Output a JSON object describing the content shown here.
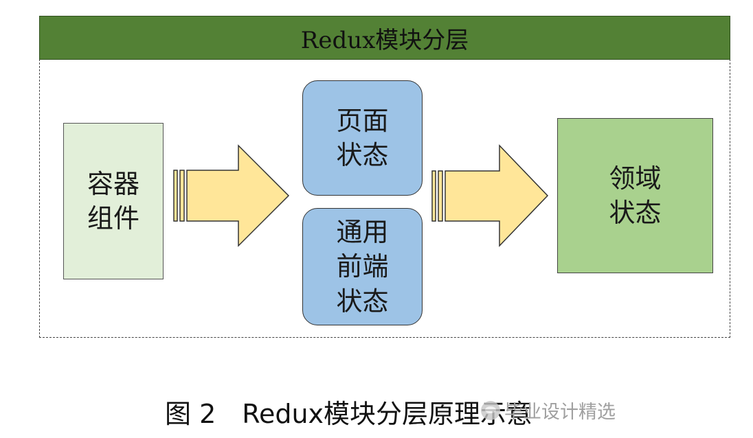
{
  "header": {
    "title": "Redux模块分层"
  },
  "boxes": {
    "container": {
      "line1": "容器",
      "line2": "组件"
    },
    "page_state": {
      "line1": "页面",
      "line2": "状态"
    },
    "common_state": {
      "line1": "通用",
      "line2": "前端",
      "line3": "状态"
    },
    "domain_state": {
      "line1": "领域",
      "line2": "状态"
    }
  },
  "caption": "图 2　Redux模块分层原理示意",
  "watermark": "毕业设计精选",
  "colors": {
    "header_bg": "#538135",
    "container_bg": "#e2efd9",
    "state_bg": "#9dc3e6",
    "domain_bg": "#a9d18e",
    "arrow_fill": "#ffe699"
  }
}
